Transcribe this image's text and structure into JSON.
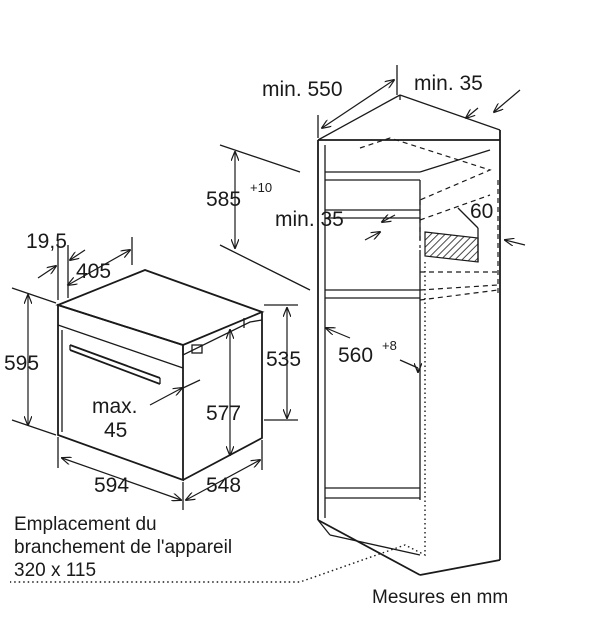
{
  "dimensions": {
    "cabinet_min_depth": "min. 550",
    "cabinet_min_side": "min. 35",
    "niche_height_base": "585",
    "niche_height_tol": "+10",
    "inner_min": "min. 35",
    "vent_depth": "60",
    "niche_width_base": "560",
    "niche_width_tol": "+8",
    "panel_thickness": "19,5",
    "oven_depth": "405",
    "oven_height": "595",
    "oven_body_height": "535",
    "max_offset_label": "max.",
    "max_offset_value": "45",
    "front_height": "577",
    "oven_width": "594",
    "body_width": "548"
  },
  "notes": {
    "connection_line1": "Emplacement du",
    "connection_line2": "branchement de l'appareil",
    "connection_line3": "320 x 115",
    "units": "Mesures en mm"
  },
  "colors": {
    "line": "#1a1a1a",
    "background": "#ffffff"
  }
}
